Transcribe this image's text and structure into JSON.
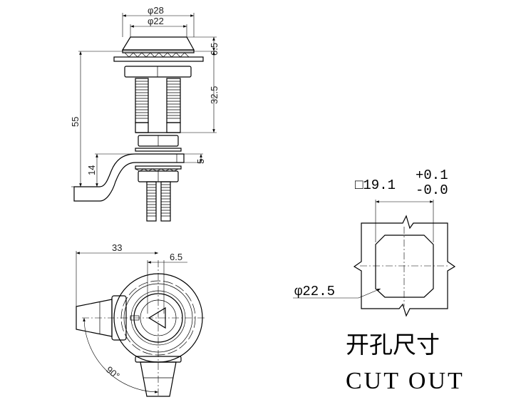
{
  "side_view": {
    "dia_outer": "φ28",
    "dia_inner": "φ22",
    "cap_height": "6.5",
    "body_length": "32.5",
    "total_length": "55",
    "cam_offset": "14",
    "cam_thickness": "5"
  },
  "top_view": {
    "width": "33",
    "offset": "6.5",
    "angle": "90°"
  },
  "cutout": {
    "square": "□19.1",
    "tol_plus": "+0.1",
    "tol_minus": "-0.0",
    "diameter": "φ22.5",
    "title_cn": "开孔尺寸",
    "title_en": "CUT OUT"
  }
}
